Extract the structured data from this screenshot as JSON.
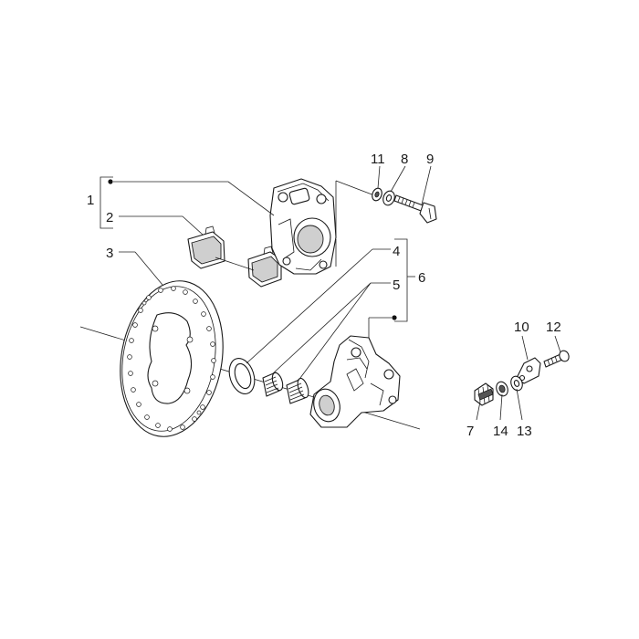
{
  "callouts": {
    "c1": "1",
    "c2": "2",
    "c3": "3",
    "c4": "4",
    "c5": "5",
    "c6": "6",
    "c7": "7",
    "c8": "8",
    "c9": "9",
    "c10": "10",
    "c11": "11",
    "c12": "12",
    "c13": "13",
    "c14": "14"
  },
  "parts": [
    "brake-caliper-assembly",
    "brake-pads",
    "brake-disc",
    "seal-ring",
    "needle-bearings",
    "caliper-support",
    "bleed-valve",
    "washer",
    "caliper-bolt",
    "gasket",
    "banjo-screw",
    "spring-washer",
    "copper-washer",
    "bleed-cap"
  ]
}
